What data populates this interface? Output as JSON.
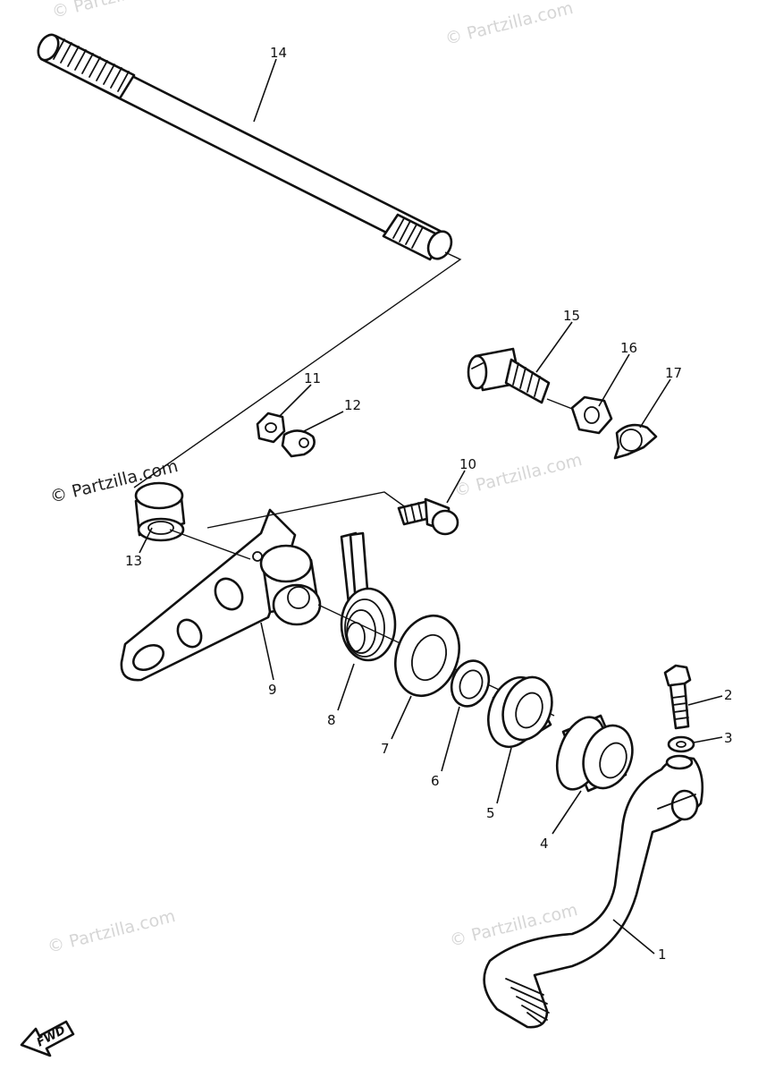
{
  "diagram": {
    "callouts": {
      "p1": "1",
      "p2": "2",
      "p3": "3",
      "p4": "4",
      "p5": "5",
      "p6": "6",
      "p7": "7",
      "p8": "8",
      "p9": "9",
      "p10": "10",
      "p11": "11",
      "p12": "12",
      "p13": "13",
      "p14": "14",
      "p15": "15",
      "p16": "16",
      "p17": "17"
    },
    "watermark": "© Partzilla.com",
    "direction_badge": "FWD"
  }
}
